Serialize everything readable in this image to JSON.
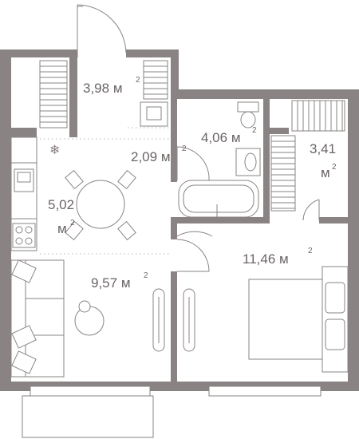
{
  "rooms": [
    {
      "id": "hall",
      "area": "3,98",
      "unit": "м",
      "power": "2"
    },
    {
      "id": "bathroom",
      "area": "4,06",
      "unit": "м",
      "power": "2"
    },
    {
      "id": "corridor",
      "area": "2,09",
      "unit": "м",
      "power": "2"
    },
    {
      "id": "wardrobe",
      "area": "3,41",
      "unit": "м",
      "power": "2"
    },
    {
      "id": "kitchen",
      "area": "5,02",
      "unit": "м",
      "power": "2"
    },
    {
      "id": "bedroom",
      "area": "11,46",
      "unit": "м",
      "power": "2"
    },
    {
      "id": "living",
      "area": "9,57",
      "unit": "м",
      "power": "2"
    }
  ],
  "icons": {
    "fridge": "snowflake-icon",
    "washer": "washing-machine-icon"
  },
  "colors": {
    "wall": "#8a8383",
    "text": "#6b6565",
    "background": "#ffffff"
  }
}
